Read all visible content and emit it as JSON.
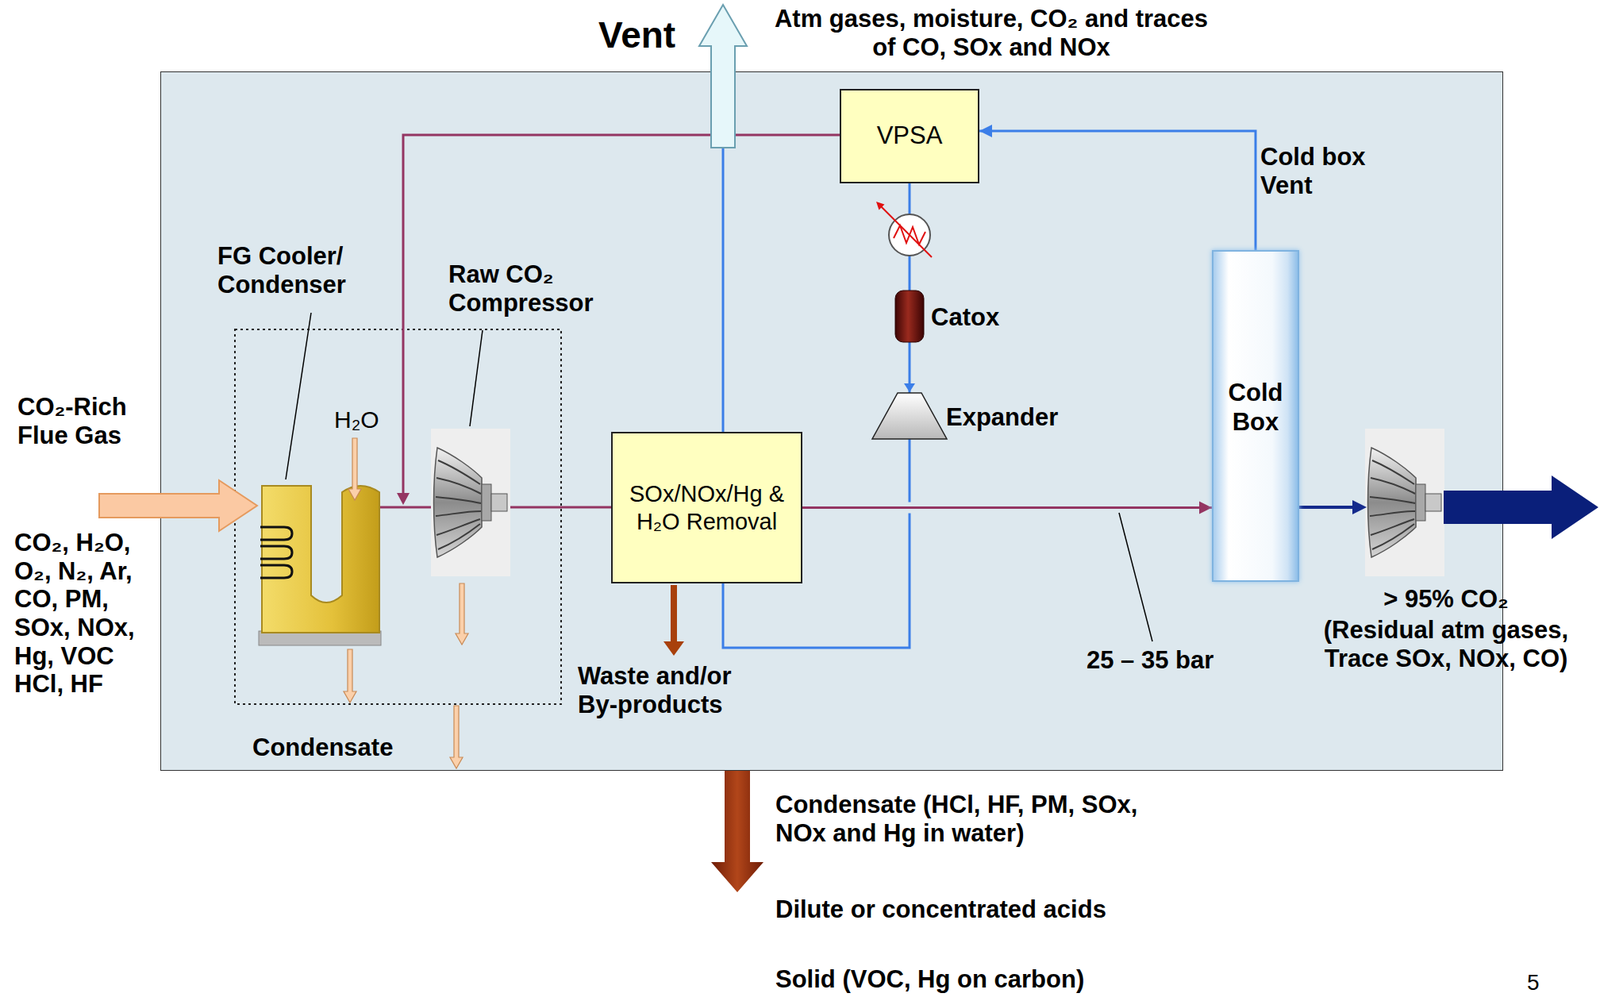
{
  "diagram": {
    "nodes": [
      {
        "text": [
          "VPSA"
        ]
      },
      {
        "text": [
          "SOx/NOx/Hg & H₂O Removal"
        ]
      },
      {
        "text": [
          "Cold Box"
        ]
      }
    ],
    "edges": [
      {
        "from": 1,
        "to": 2,
        "arrow": "to"
      },
      {
        "from": 2,
        "to": 0,
        "arrow": "to"
      },
      {
        "from": 0,
        "to": 1,
        "arrow": "none"
      }
    ],
    "labels": [
      "Vent",
      "Atm gases, moisture, CO₂ and traces of CO, SOx and NOx",
      "Cold box Vent",
      "FG Cooler/ Condenser",
      "Raw CO₂ Compressor",
      "H₂O",
      "CO₂-Rich Flue Gas",
      "CO₂, H₂O, O₂, N₂, Ar, CO, PM, SOx, NOx, Hg, VOC HCl, HF",
      "Catox",
      "Expander",
      "Condensate",
      "Waste and/or By-products",
      "25 – 35 bar",
      "> 95% CO₂",
      "(Residual atm gases, Trace SOx, NOx, CO)",
      "Condensate (HCl, HF, PM, SOx, NOx and Hg in water)",
      "Dilute or concentrated acids",
      "Solid (VOC, Hg on carbon)",
      "5"
    ]
  }
}
